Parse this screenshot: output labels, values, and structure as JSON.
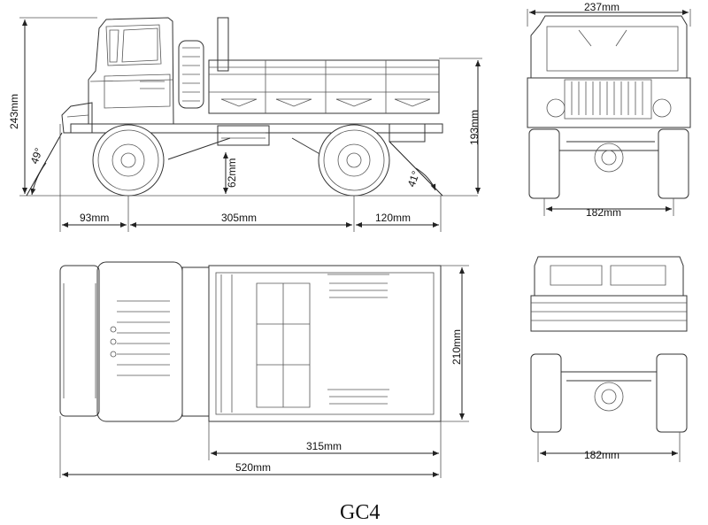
{
  "title": "GC4",
  "views": {
    "side": {
      "height": "243mm",
      "cab_height": "193mm",
      "ground_clearance": "62mm",
      "approach_angle": "49°",
      "departure_angle": "41°",
      "front_overhang": "93mm",
      "wheelbase": "305mm",
      "rear_overhang": "120mm"
    },
    "front": {
      "width": "237mm",
      "track": "182mm"
    },
    "top": {
      "bed_length": "315mm",
      "total_length": "520mm",
      "bed_width": "210mm"
    },
    "rear": {
      "track": "182mm"
    }
  }
}
